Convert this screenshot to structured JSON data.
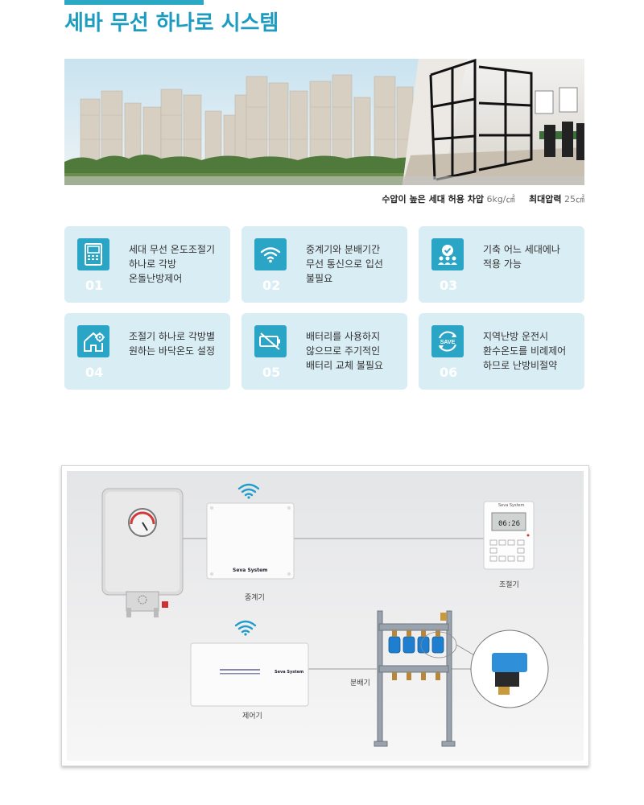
{
  "page": {
    "title": "세바 무선 하나로 시스템"
  },
  "pressure": {
    "label1": "수압이 높은 세대 허용 차압",
    "value1": "6kg/㎠",
    "label2": "최대압력",
    "value2": "25㎠"
  },
  "features": [
    {
      "icon": "thermostat-icon",
      "number": "01",
      "text": "세대 무선 온도조절기\n하나로 각방\n온돌난방제어"
    },
    {
      "icon": "wifi-icon",
      "number": "02",
      "text": "중계기와 분배기간\n무선 통신으로 입선\n불필요"
    },
    {
      "icon": "users-check-icon",
      "number": "03",
      "text": "기축 어느 세대에나\n적용 가능"
    },
    {
      "icon": "house-gear-icon",
      "number": "04",
      "text": "조절기 하나로 각방별\n원하는 바닥온도 설정"
    },
    {
      "icon": "no-battery-icon",
      "number": "05",
      "text": "배터리를 사용하지\n않으므로 주기적인\n배터리 교체 불필요"
    },
    {
      "icon": "save-energy-icon",
      "number": "06",
      "text": "지역난방 운전시\n환수온도를 비례제어\n하므로 난방비절약"
    }
  ],
  "diagram": {
    "repeater_label": "중계기",
    "controller_label": "조절기",
    "distributor_label": "분배기",
    "control_unit_label": "제어기",
    "device_brand": "Seva System",
    "display_time": "06:26"
  },
  "colors": {
    "accent": "#1c9cc0",
    "card_bg": "#d9edf4",
    "icon_bg": "#2aa5c6",
    "actuator_blue": "#1e7fd0"
  }
}
